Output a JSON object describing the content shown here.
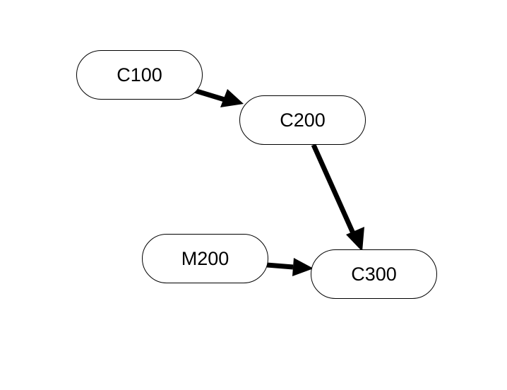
{
  "nodes": {
    "c100": "C100",
    "c200": "C200",
    "m200": "M200",
    "c300": "C300"
  },
  "edges": [
    {
      "from": "C100",
      "to": "C200"
    },
    {
      "from": "C200",
      "to": "C300"
    },
    {
      "from": "M200",
      "to": "C300"
    }
  ],
  "colors": {
    "stroke": "#000000",
    "background": "#ffffff"
  }
}
